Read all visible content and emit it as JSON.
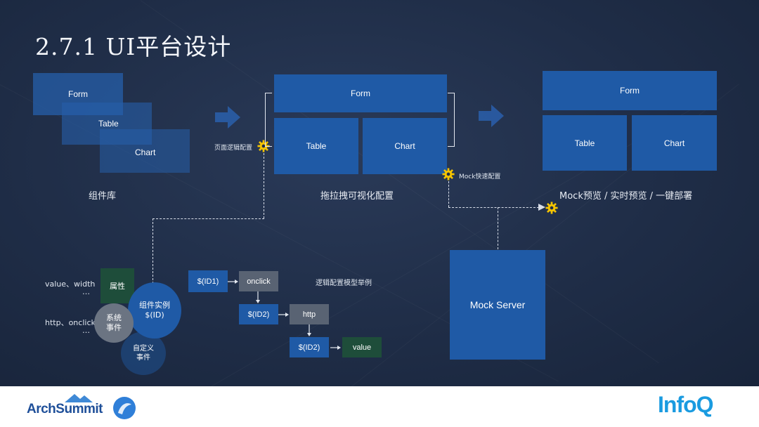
{
  "title": "2.7.1 UI平台设计",
  "library": {
    "items": [
      "Form",
      "Table",
      "Chart"
    ],
    "caption": "组件库"
  },
  "visual_config": {
    "form": "Form",
    "table": "Table",
    "chart": "Chart",
    "caption": "拖拉拽可视化配置",
    "page_logic_label": "页面逻辑配置",
    "mock_config_label": "Mock快速配置"
  },
  "preview": {
    "form": "Form",
    "table": "Table",
    "chart": "Chart",
    "caption": "Mock预览 / 实时预览 / 一键部署"
  },
  "mock_server": {
    "label": "Mock Server"
  },
  "component_model": {
    "props_text": "value、width",
    "props_ellipsis": "…",
    "events_text": "http、onclick",
    "events_ellipsis": "…",
    "attr_label": "属性",
    "system_event_label": "系统\n事件",
    "instance_label": "组件实例\n$(ID)",
    "custom_event_label": "自定义\n事件"
  },
  "logic_example": {
    "caption": "逻辑配置模型举例",
    "id1": "$(ID1)",
    "onclick": "onclick",
    "id2a": "$(ID2)",
    "http": "http",
    "id2b": "$(ID2)",
    "value": "value"
  },
  "footer": {
    "left_logo": "ArchSummit",
    "right_logo": "InfoQ"
  },
  "colors": {
    "accent_blue": "#1f5aa6",
    "gear": "#f5c400",
    "green_box": "#1e4d3a",
    "gray_box": "#596373",
    "infoq_blue": "#1a9be0",
    "arch_blue": "#1e4f99"
  }
}
